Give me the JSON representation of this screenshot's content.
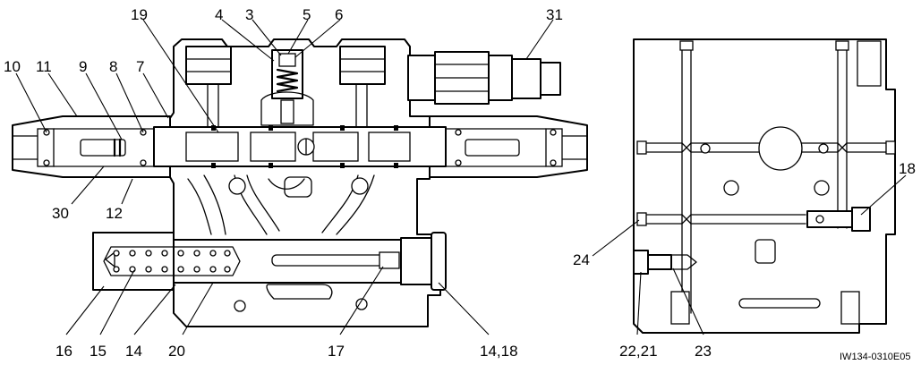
{
  "labels": {
    "l19": "19",
    "l4": "4",
    "l3": "3",
    "l5": "5",
    "l6": "6",
    "l31": "31",
    "l10": "10",
    "l11": "11",
    "l9": "9",
    "l8": "8",
    "l7": "7",
    "l30": "30",
    "l12": "12",
    "l16": "16",
    "l15": "15",
    "l14": "14",
    "l20": "20",
    "l17": "17",
    "l1418": "14,18",
    "l18": "18",
    "l24": "24",
    "l2221": "22,21",
    "l23": "23"
  },
  "reference_code": "IW134-0310E05"
}
